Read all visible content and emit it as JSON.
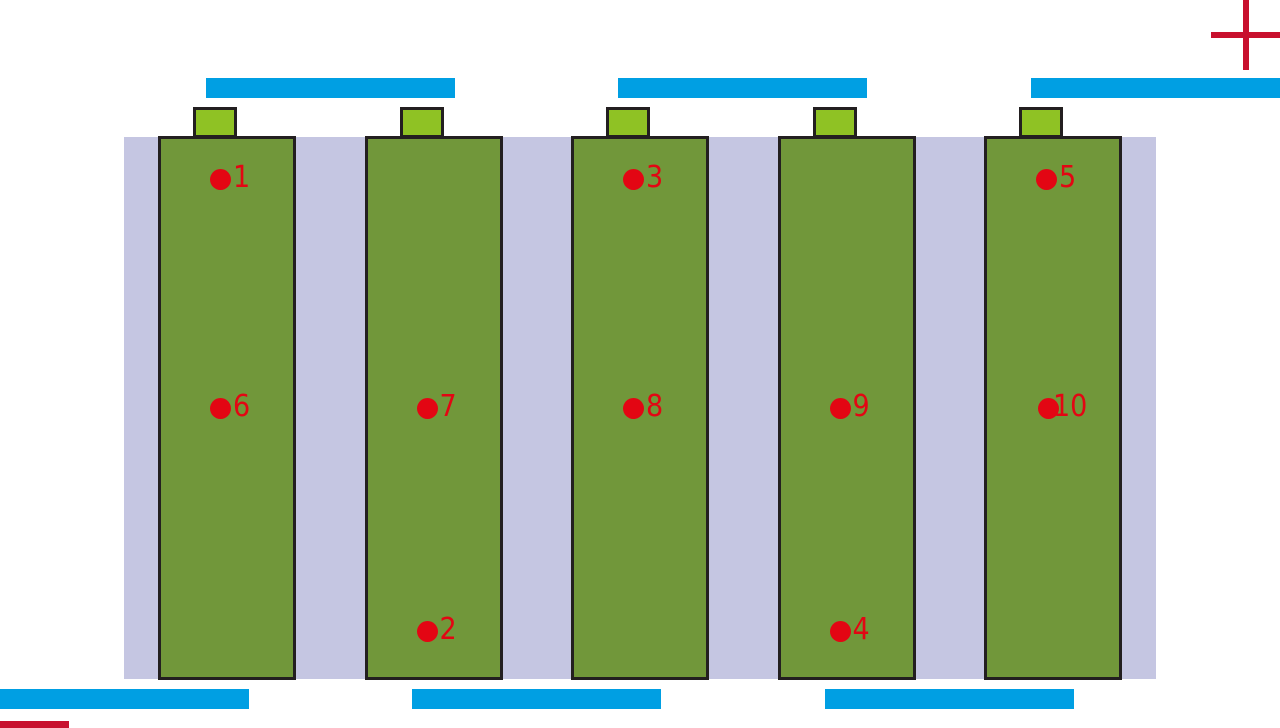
{
  "colors": {
    "backplate": "#c5c6e2",
    "cell_body": "#71973a",
    "cell_outline": "#231f20",
    "terminal": "#8fc224",
    "bus_bar": "#009fe3",
    "probe": "#e30613",
    "polarity": "#c8102e"
  },
  "cells": [
    {
      "index": 1,
      "probes": [
        {
          "label": "1",
          "row": "top"
        },
        {
          "label": "6",
          "row": "middle"
        }
      ]
    },
    {
      "index": 2,
      "probes": [
        {
          "label": "7",
          "row": "middle"
        },
        {
          "label": "2",
          "row": "bottom"
        }
      ]
    },
    {
      "index": 3,
      "probes": [
        {
          "label": "3",
          "row": "top"
        },
        {
          "label": "8",
          "row": "middle"
        }
      ]
    },
    {
      "index": 4,
      "probes": [
        {
          "label": "9",
          "row": "middle"
        },
        {
          "label": "4",
          "row": "bottom"
        }
      ]
    },
    {
      "index": 5,
      "probes": [
        {
          "label": "5",
          "row": "top"
        },
        {
          "label": "10",
          "row": "middle"
        }
      ]
    }
  ],
  "bus_bars": {
    "top_count": 3,
    "bottom_count": 3
  },
  "polarity": {
    "positive_icon": "plus-sign-icon",
    "negative_icon": "minus-sign-icon"
  }
}
